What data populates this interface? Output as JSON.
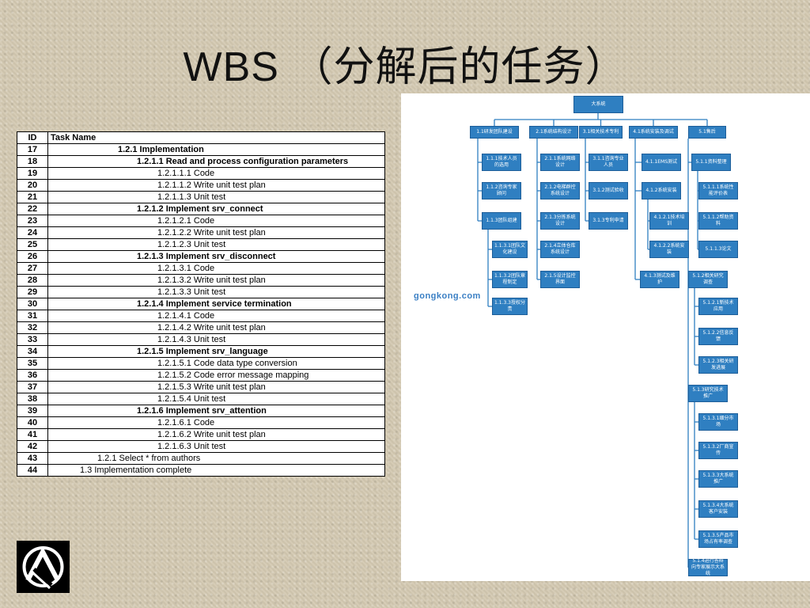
{
  "slide": {
    "title": "WBS （分解后的任务）"
  },
  "task_table": {
    "headers": [
      "ID",
      "Task Name"
    ],
    "rows": [
      {
        "id": "17",
        "name": "1.2.1 Implementation",
        "level": 1
      },
      {
        "id": "18",
        "name": "1.2.1.1 Read and process configuration parameters",
        "level": 2
      },
      {
        "id": "19",
        "name": "1.2.1.1.1 Code",
        "level": 3
      },
      {
        "id": "20",
        "name": "1.2.1.1.2 Write unit test plan",
        "level": 3
      },
      {
        "id": "21",
        "name": "1.2.1.1.3 Unit test",
        "level": 3
      },
      {
        "id": "22",
        "name": "1.2.1.2 Implement srv_connect",
        "level": 2
      },
      {
        "id": "23",
        "name": "1.2.1.2.1 Code",
        "level": 3
      },
      {
        "id": "24",
        "name": "1.2.1.2.2 Write unit test plan",
        "level": 3
      },
      {
        "id": "25",
        "name": "1.2.1.2.3 Unit test",
        "level": 3
      },
      {
        "id": "26",
        "name": "1.2.1.3 Implement srv_disconnect",
        "level": 2
      },
      {
        "id": "27",
        "name": "1.2.1.3.1 Code",
        "level": 3
      },
      {
        "id": "28",
        "name": "1.2.1.3.2 Write unit test plan",
        "level": 3
      },
      {
        "id": "29",
        "name": "1.2.1.3.3 Unit test",
        "level": 3
      },
      {
        "id": "30",
        "name": "1.2.1.4 Implement service termination",
        "level": 2
      },
      {
        "id": "31",
        "name": "1.2.1.4.1 Code",
        "level": 3
      },
      {
        "id": "32",
        "name": "1.2.1.4.2 Write unit test plan",
        "level": 3
      },
      {
        "id": "33",
        "name": "1.2.1.4.3 Unit test",
        "level": 3
      },
      {
        "id": "34",
        "name": "1.2.1.5 Implement srv_language",
        "level": 2
      },
      {
        "id": "35",
        "name": "1.2.1.5.1 Code data type conversion",
        "level": 3
      },
      {
        "id": "36",
        "name": "1.2.1.5.2 Code error message mapping",
        "level": 3
      },
      {
        "id": "37",
        "name": "1.2.1.5.3 Write unit test plan",
        "level": 3
      },
      {
        "id": "38",
        "name": "1.2.1.5.4 Unit test",
        "level": 3
      },
      {
        "id": "39",
        "name": "1.2.1.6 Implement srv_attention",
        "level": 2
      },
      {
        "id": "40",
        "name": "1.2.1.6.1 Code",
        "level": 3
      },
      {
        "id": "41",
        "name": "1.2.1.6.2 Write unit test plan",
        "level": 3
      },
      {
        "id": "42",
        "name": "1.2.1.6.3 Unit test",
        "level": 3
      },
      {
        "id": "43",
        "name": "1.2.1 Select * from authors",
        "level": 0
      },
      {
        "id": "44",
        "name": "1.3 Implementation complete",
        "level": 4
      }
    ]
  },
  "wbs_chart": {
    "watermark": "gongkong.com",
    "nodes": {
      "root": "大系统",
      "c1": "1.1研发团队建设",
      "c2": "2.1系统结构设计",
      "c3": "3.1相关技术专利",
      "c4": "4.1系统安装及调试",
      "c5": "5.1售后",
      "c1_1": "1.1.1技术人员的选用",
      "c1_2": "1.1.2咨询专家顾问",
      "c1_3": "1.1.3团队组建",
      "c1_3_1": "1.1.3.1团队文化建设",
      "c1_3_2": "1.1.3.2团队章程制定",
      "c1_3_3": "1.1.3.3授权分责",
      "c2_1": "2.1.1系统网络设计",
      "c2_2": "2.1.2电梯群控系统设计",
      "c2_3": "2.1.3分拣系统设计",
      "c2_4": "2.1.4立体仓库系统设计",
      "c2_5": "2.1.5设计监控界面",
      "c3_1": "3.1.1咨询专业人员",
      "c3_2": "3.1.2测试验收",
      "c3_3": "3.1.3专利申请",
      "c4_1": "4.1.1EMS测试",
      "c4_2": "4.1.2系统安装",
      "c4_2_1": "4.1.2.1技术培训",
      "c4_2_2": "4.1.2.2系统安装",
      "c4_3": "4.1.3测试及维护",
      "c5_1": "5.1.1资料整理",
      "c5_1_1": "5.1.1.1系统性能评价表",
      "c5_1_2": "5.1.1.2帮助资料",
      "c5_1_3": "5.1.1.3论文",
      "c5_2": "5.1.2相关研究调查",
      "c5_2_1": "5.1.2.1新技术应用",
      "c5_2_2": "5.1.2.2信息反馈",
      "c5_2_3": "5.1.2.3相关研发进展",
      "c5_3": "5.1.3研究技术推广",
      "c5_3_1": "5.1.3.1细分市场",
      "c5_3_2": "5.1.3.2厂商宣传",
      "c5_3_3": "5.1.3.3大系统推广",
      "c5_3_4": "5.1.3.4大系统客户安装",
      "c5_3_5": "5.1.3.5产品市场占有率调查",
      "c5_4": "5.1.4进行答辩向专家展示大系统"
    }
  },
  "logo": {
    "icon": "linkin-park-logo"
  }
}
